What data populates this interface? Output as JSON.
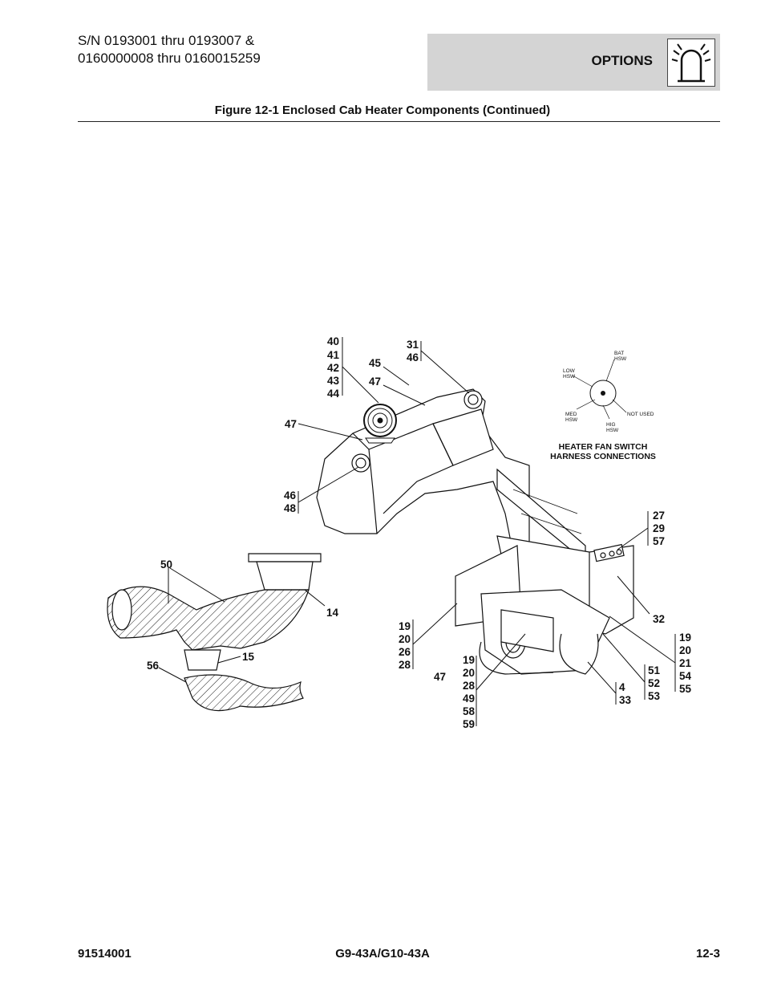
{
  "header": {
    "serial_line1": "S/N 0193001 thru 0193007 &",
    "serial_line2": "0160000008 thru 0160015259",
    "section": "OPTIONS",
    "section_icon": "arch-light-icon"
  },
  "figure": {
    "title": "Figure 12-1 Enclosed Cab Heater Components (Continued)",
    "inset": {
      "caption_line1": "HEATER FAN SWITCH",
      "caption_line2": "HARNESS CONNECTIONS",
      "pins": {
        "bat": [
          "BAT",
          "HSW"
        ],
        "low": [
          "LOW",
          "HSW"
        ],
        "med": [
          "MED",
          "HSW"
        ],
        "high": [
          "HIG",
          "HSW"
        ],
        "not_used": "NOT USED"
      }
    },
    "callouts": {
      "c40_44": [
        "40",
        "41",
        "42",
        "43",
        "44"
      ],
      "c45": "45",
      "c47_top": "47",
      "c31_46": [
        "31",
        "46"
      ],
      "c47_left": "47",
      "c46_48": [
        "46",
        "48"
      ],
      "c27_57": [
        "27",
        "29",
        "57"
      ],
      "c32": "32",
      "c50": "50",
      "c14": "14",
      "c15": "15",
      "c56": "56",
      "c19_28a": [
        "19",
        "20",
        "26",
        "28"
      ],
      "c47_bottom": "47",
      "c19_59": [
        "19",
        "20",
        "28",
        "49",
        "58",
        "59"
      ],
      "c4_33": [
        "4",
        "33"
      ],
      "c51_53": [
        "51",
        "52",
        "53"
      ],
      "c19_55": [
        "19",
        "20",
        "21",
        "54",
        "55"
      ]
    }
  },
  "footer": {
    "left": "91514001",
    "center": "G9-43A/G10-43A",
    "right": "12-3"
  }
}
